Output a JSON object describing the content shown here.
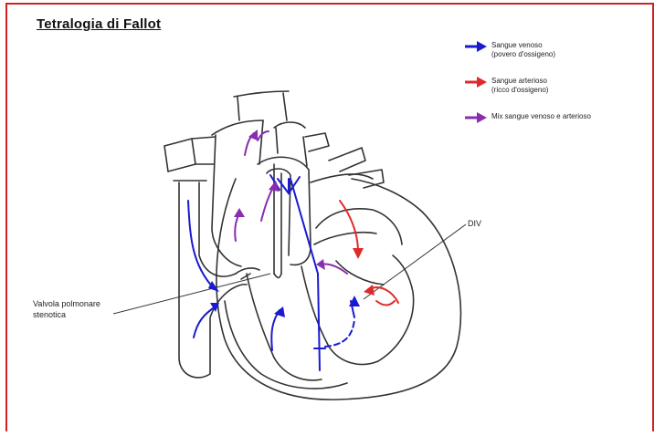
{
  "title": "Tetralogia di Fallot",
  "legend": [
    {
      "line1": "Sangue venoso",
      "line2": "(povero d'ossigeno)",
      "color": "#1a1ad0"
    },
    {
      "line1": "Sangue arterioso",
      "line2": "(ricco d'ossigeno)",
      "color": "#e02a2a"
    },
    {
      "line1": "Mix sangue venoso e arterioso",
      "line2": "",
      "color": "#8a2bb0"
    }
  ],
  "labels": {
    "div": "DIV",
    "valve_line1": "Valvola polmonare",
    "valve_line2": "stenotica"
  },
  "colors": {
    "venous": "#1a1ad0",
    "arterial": "#e02a2a",
    "mixed": "#8a2bb0",
    "frame": "#d22020"
  }
}
